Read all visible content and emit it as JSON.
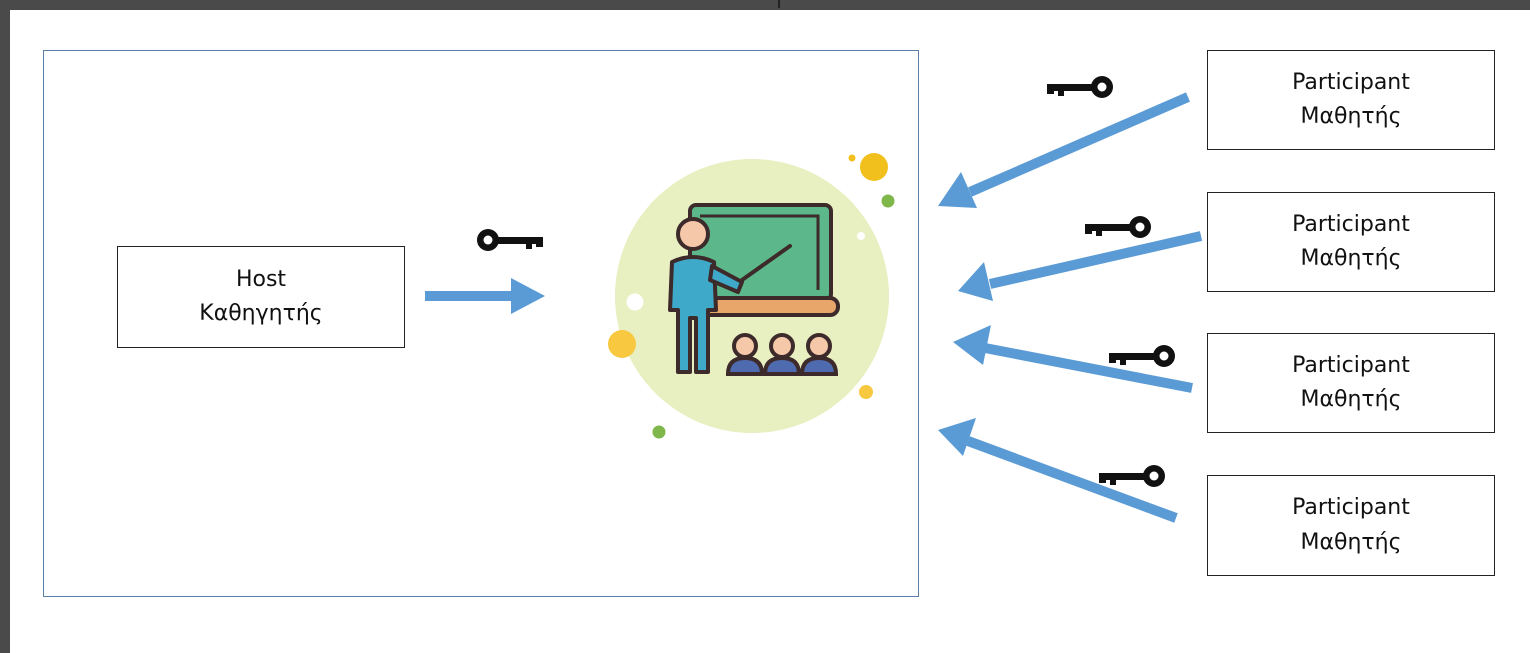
{
  "host": {
    "role": "Host",
    "role_gr": "Καθηγητής"
  },
  "participants": [
    {
      "role": "Participant",
      "role_gr": "Μαθητής"
    },
    {
      "role": "Participant",
      "role_gr": "Μαθητής"
    },
    {
      "role": "Participant",
      "role_gr": "Μαθητής"
    },
    {
      "role": "Participant",
      "role_gr": "Μαθητής"
    }
  ],
  "colors": {
    "arrow": "#5b9bd5",
    "session_border": "#5b7fa8",
    "board": "#5cb88a",
    "halo": "#e8efc0",
    "person": "#3fa9c9"
  },
  "icons": [
    "key-icon",
    "teacher-classroom-icon"
  ]
}
